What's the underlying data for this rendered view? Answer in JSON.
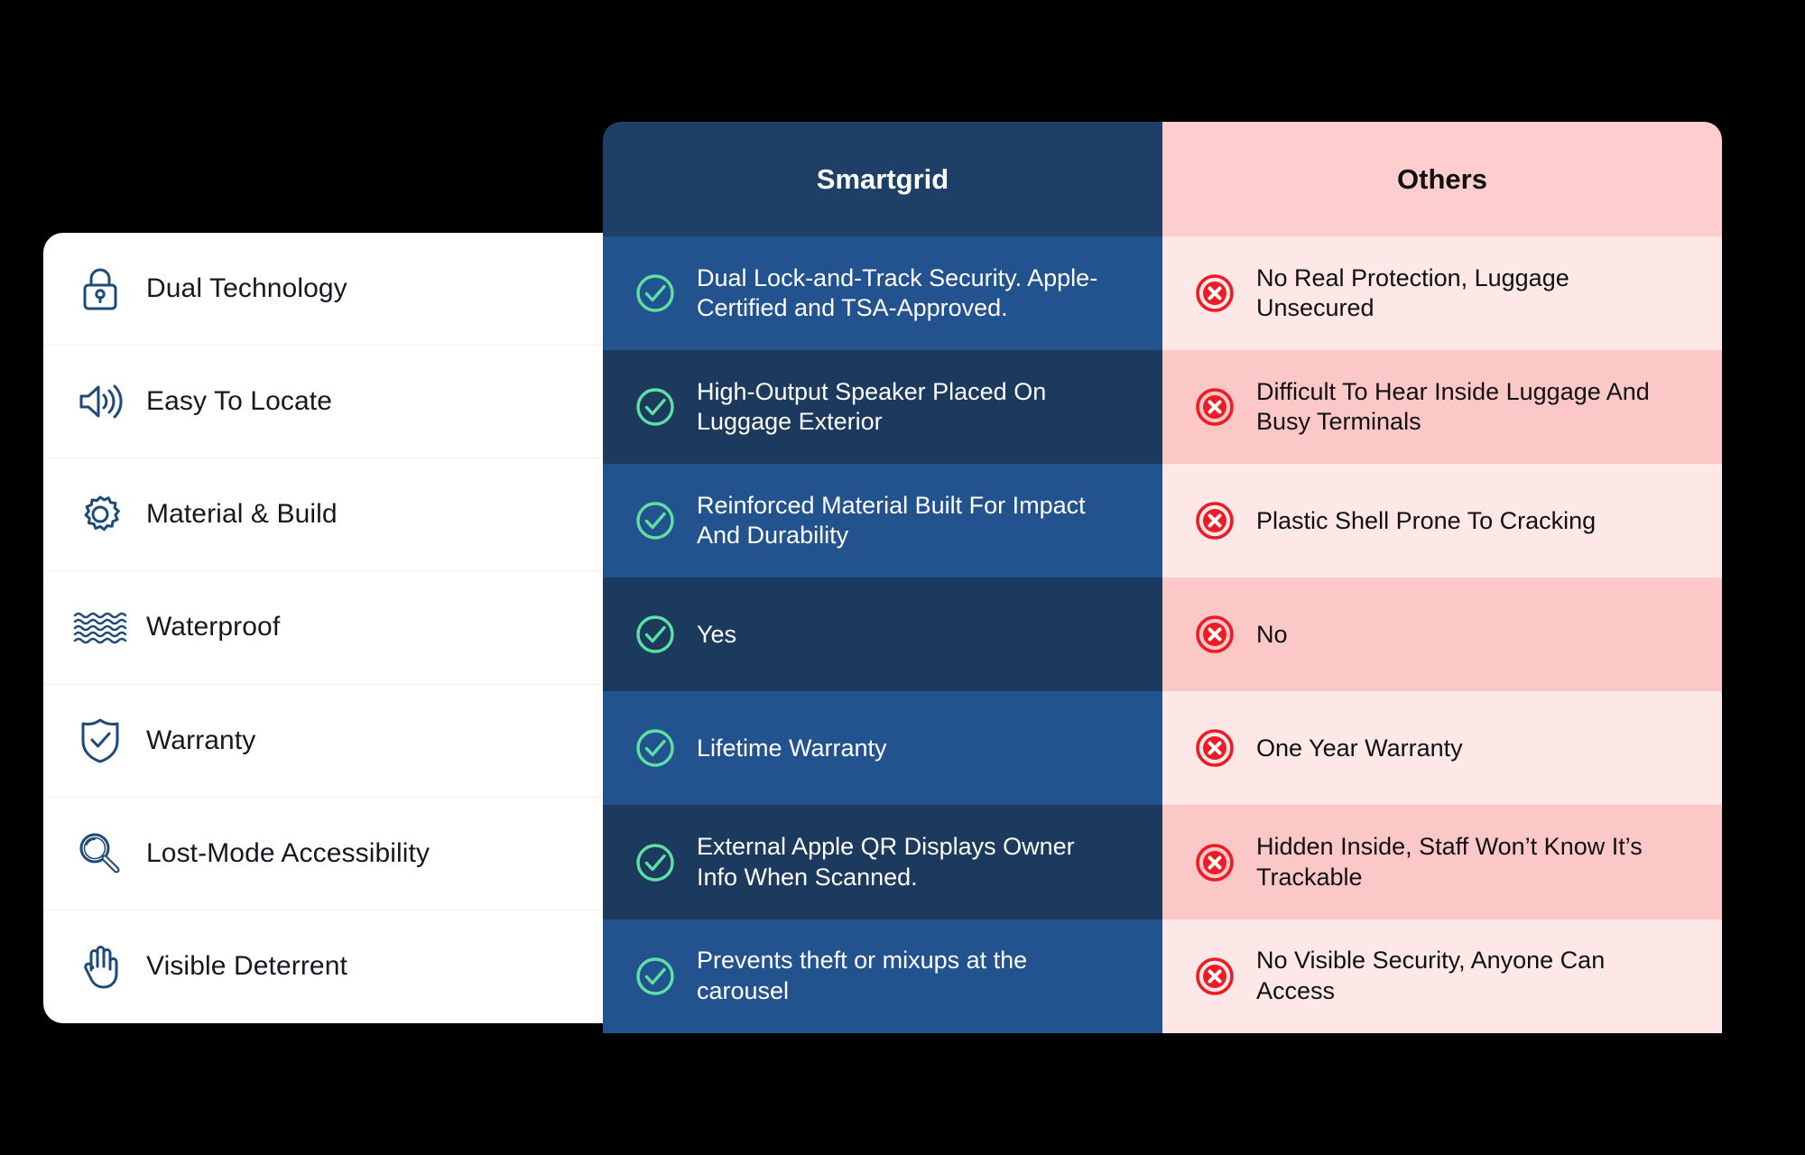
{
  "columns": {
    "smartgrid_header": "Smartgrid",
    "others_header": "Others"
  },
  "colors": {
    "brand_navy": "#1e4068",
    "row_blue_dark": "#1b3a5e",
    "row_blue_light": "#22538f",
    "others_header_pink": "#fecdcd",
    "row_pink_dark": "#fcc7c7",
    "row_pink_light": "#fde7e7",
    "check_green": "#5fe0a3",
    "cross_red": "#ed1c24",
    "icon_navy": "#1d4a78",
    "card_white": "#ffffff",
    "page_background": "#000000"
  },
  "features": [
    {
      "label": "Dual Technology",
      "icon": "lock-icon"
    },
    {
      "label": "Easy To Locate",
      "icon": "speaker-icon"
    },
    {
      "label": "Material & Build",
      "icon": "gear-icon"
    },
    {
      "label": "Waterproof",
      "icon": "waves-icon"
    },
    {
      "label": "Warranty",
      "icon": "shield-check-icon"
    },
    {
      "label": "Lost-Mode Accessibility",
      "icon": "magnifier-icon"
    },
    {
      "label": "Visible Deterrent",
      "icon": "hand-icon"
    }
  ],
  "smartgrid": [
    {
      "text": "Dual Lock-and-Track Security. Apple-Certified and TSA-Approved.",
      "icon": "check-circle-icon"
    },
    {
      "text": "High-Output Speaker Placed On Luggage Exterior",
      "icon": "check-circle-icon"
    },
    {
      "text": "Reinforced Material Built For Impact And Durability",
      "icon": "check-circle-icon"
    },
    {
      "text": "Yes",
      "icon": "check-circle-icon"
    },
    {
      "text": "Lifetime Warranty",
      "icon": "check-circle-icon"
    },
    {
      "text": "External Apple QR Displays Owner Info When Scanned.",
      "icon": "check-circle-icon"
    },
    {
      "text": "Prevents theft or mixups at the carousel",
      "icon": "check-circle-icon"
    }
  ],
  "others": [
    {
      "text": "No Real Protection, Luggage Unsecured",
      "icon": "cross-circle-icon"
    },
    {
      "text": "Difficult To Hear Inside Luggage And Busy Terminals",
      "icon": "cross-circle-icon"
    },
    {
      "text": "Plastic Shell Prone To Cracking",
      "icon": "cross-circle-icon"
    },
    {
      "text": "No",
      "icon": "cross-circle-icon"
    },
    {
      "text": "One Year Warranty",
      "icon": "cross-circle-icon"
    },
    {
      "text": "Hidden Inside, Staff Won’t Know It’s Trackable",
      "icon": "cross-circle-icon"
    },
    {
      "text": "No Visible Security, Anyone Can Access",
      "icon": "cross-circle-icon"
    }
  ]
}
